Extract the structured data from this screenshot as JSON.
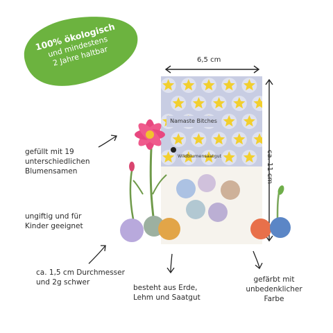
{
  "badge": {
    "line1": "100% ökologisch",
    "line2": "und mindestens",
    "line3": "2 Jahre haltbar",
    "color": "#6cb33f"
  },
  "packet": {
    "title": "Namaste Bitches",
    "brand": "Wildblumensaatgut",
    "header_color": "#c8cde3",
    "star_color": "#f2cf2e"
  },
  "dimensions": {
    "width": "6,5 cm",
    "height": "ca. 11 cm"
  },
  "annotations": {
    "seeds": [
      "gefüllt mit 19",
      "unterschiedlichen",
      "Blumensamen"
    ],
    "safe": [
      "ungiftig und für",
      "Kinder geeignet"
    ],
    "size": [
      "ca. 1,5 cm Durchmesser",
      "und 2g schwer"
    ],
    "material": [
      "besteht aus Erde,",
      "Lehm und Saatgut"
    ],
    "color": [
      "gefärbt mit",
      "unbedenklicher",
      "Farbe"
    ]
  },
  "seed_ball_colors": [
    "#b8a9dc",
    "#9cb0a0",
    "#e2a548",
    "#e8704a",
    "#5b86c6"
  ]
}
